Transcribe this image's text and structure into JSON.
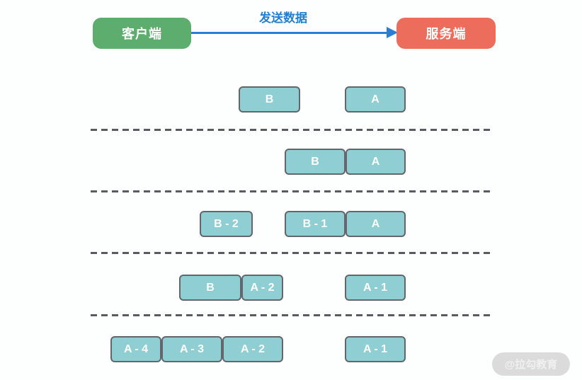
{
  "header": {
    "client_label": "客户端",
    "arrow_label": "发送数据",
    "server_label": "服务端"
  },
  "colors": {
    "client_bg": "#5cad6e",
    "server_bg": "#ed6d5d",
    "arrow_blue": "#2a7fd0",
    "segment_fill": "#8fced2",
    "segment_border": "#63666b",
    "dash_color": "#5a5a62"
  },
  "rows": [
    {
      "segments": [
        {
          "label": "B"
        },
        {
          "label": "A"
        }
      ]
    },
    {
      "segments": [
        {
          "label": "B"
        },
        {
          "label": "A"
        }
      ]
    },
    {
      "segments": [
        {
          "label": "B - 2"
        },
        {
          "label": "B - 1"
        },
        {
          "label": "A"
        }
      ]
    },
    {
      "segments": [
        {
          "label": "B"
        },
        {
          "label": "A - 2"
        },
        {
          "label": "A - 1"
        }
      ]
    },
    {
      "segments": [
        {
          "label": "A - 4"
        },
        {
          "label": "A - 3"
        },
        {
          "label": "A - 2"
        },
        {
          "label": "A - 1"
        }
      ]
    }
  ],
  "watermark": {
    "label": "@拉勾教育"
  }
}
